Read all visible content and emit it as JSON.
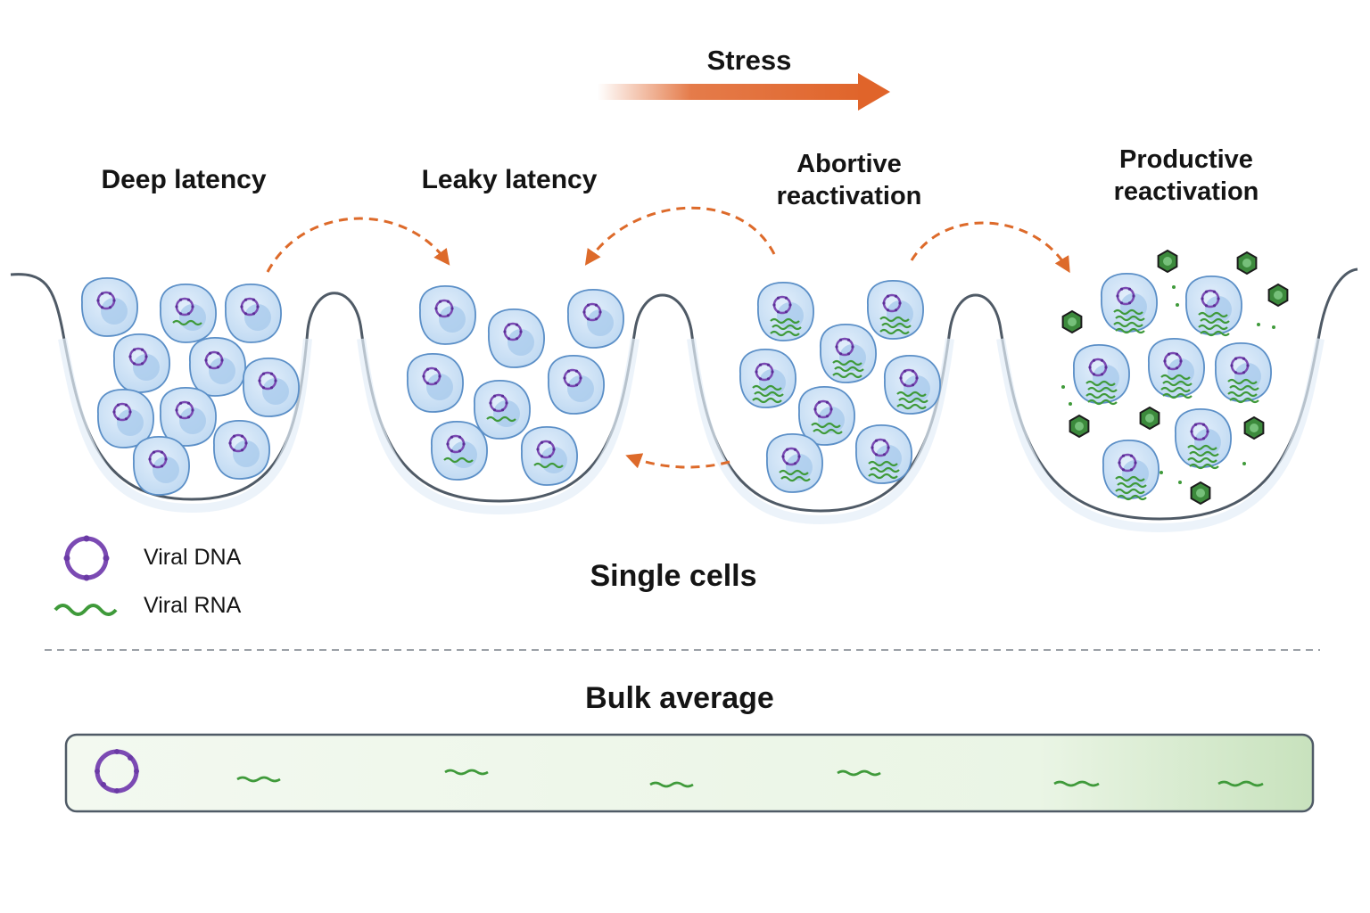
{
  "stress": {
    "label": "Stress",
    "color": "#e0642a"
  },
  "states": [
    {
      "title": "Deep latency"
    },
    {
      "title": "Leaky latency"
    },
    {
      "title": "Abortive\nreactivation"
    },
    {
      "title": "Productive\nreactivation"
    }
  ],
  "legend": {
    "dna_label": "Viral DNA",
    "rna_label": "Viral RNA",
    "dna_color": "#7b4ab3",
    "rna_color": "#3f9a3a"
  },
  "sections": {
    "single_cells": "Single cells",
    "bulk_average": "Bulk average"
  },
  "colors": {
    "arrow": "#dd6a2a",
    "well": "#4f5a66",
    "cell_fill": "#cfe3f7",
    "cell_stroke": "#5b8fc7",
    "nucleus": "#a9cbec",
    "virion": "#3c8a3c",
    "bulk_fill_start": "#f1f8ee",
    "bulk_fill_end": "#c9e3c0"
  }
}
